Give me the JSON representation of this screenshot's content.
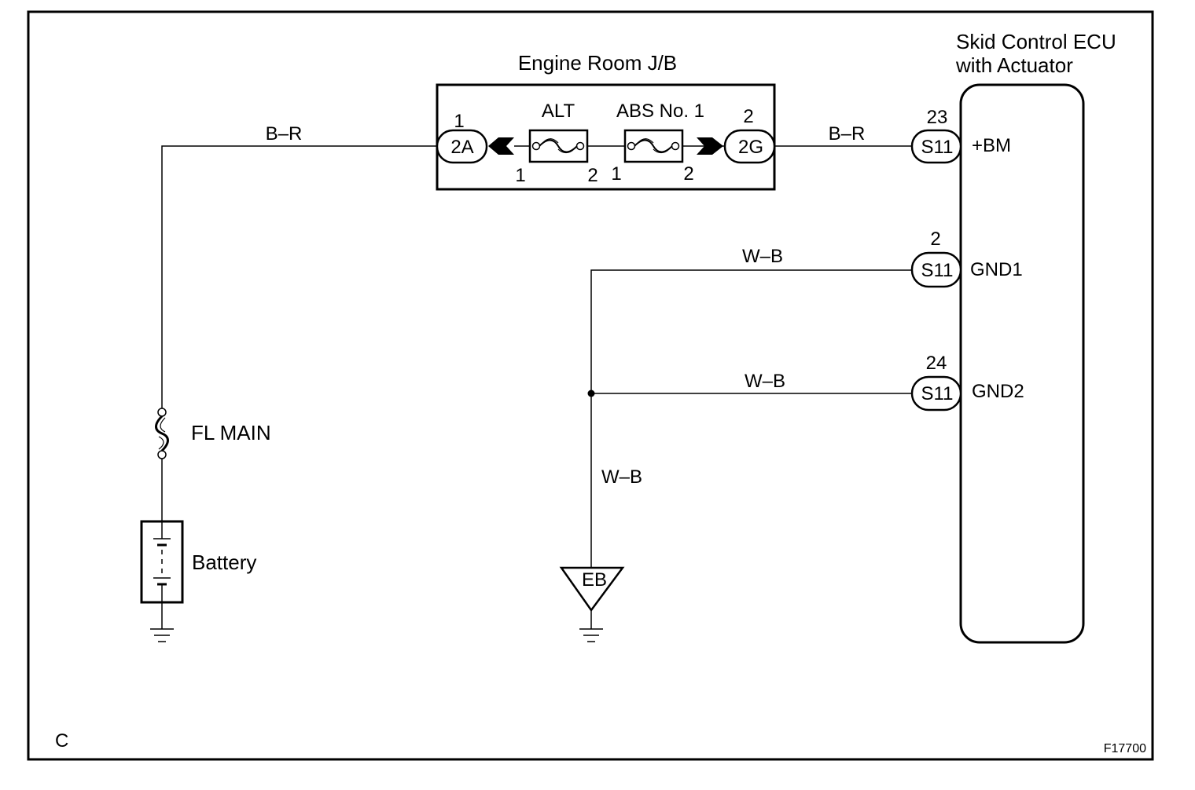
{
  "frame": {
    "corner_label": "C",
    "figure_id": "F17700"
  },
  "junction_block": {
    "title": "Engine Room J/B",
    "connector_left": {
      "id": "2A",
      "pin": "1"
    },
    "connector_right": {
      "id": "2G",
      "pin": "2"
    },
    "fuse_alt": {
      "name": "ALT",
      "pin_left": "1",
      "pin_right": "2"
    },
    "fuse_abs": {
      "name": "ABS No. 1",
      "pin_left": "1",
      "pin_right": "2"
    }
  },
  "ecu": {
    "title_line1": "Skid Control ECU",
    "title_line2": "with Actuator",
    "terminals": [
      {
        "pin": "23",
        "connector": "S11",
        "name": "+BM"
      },
      {
        "pin": "2",
        "connector": "S11",
        "name": "GND1"
      },
      {
        "pin": "24",
        "connector": "S11",
        "name": "GND2"
      }
    ]
  },
  "wires": {
    "left_br": "B–R",
    "right_br": "B–R",
    "gnd1_wb": "W–B",
    "gnd2_wb": "W–B",
    "vertical_wb": "W–B"
  },
  "components": {
    "fusible_link": "FL MAIN",
    "battery": "Battery",
    "ground_point": "EB"
  }
}
